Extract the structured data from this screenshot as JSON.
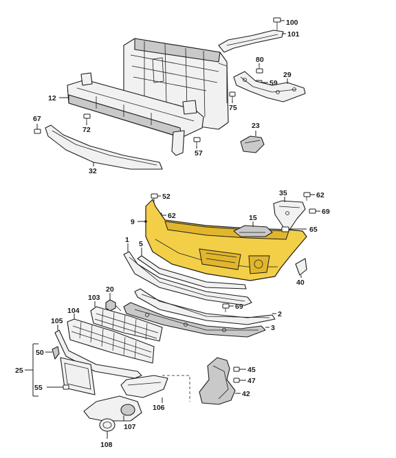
{
  "callouts": {
    "c100": "100",
    "c101": "101",
    "c80": "80",
    "c59": "59",
    "c29": "29",
    "c75": "75",
    "c12": "12",
    "c67": "67",
    "c72": "72",
    "c57": "57",
    "c23": "23",
    "c32": "32",
    "c52": "52",
    "c62a": "62",
    "c9": "9",
    "c35": "35",
    "c62b": "62",
    "c69a": "69",
    "c15": "15",
    "c65": "65",
    "c1": "1",
    "c5": "5",
    "c40": "40",
    "c20": "20",
    "c103": "103",
    "c69b": "69",
    "c104": "104",
    "c2": "2",
    "c105": "105",
    "c3": "3",
    "c50": "50",
    "c25": "25",
    "c45": "45",
    "c47": "47",
    "c55": "55",
    "c42": "42",
    "c106": "106",
    "c107": "107",
    "c108": "108"
  },
  "colors": {
    "highlight": "#f3cf48",
    "line": "#1a1a1a",
    "part": "#f1f1f1"
  }
}
